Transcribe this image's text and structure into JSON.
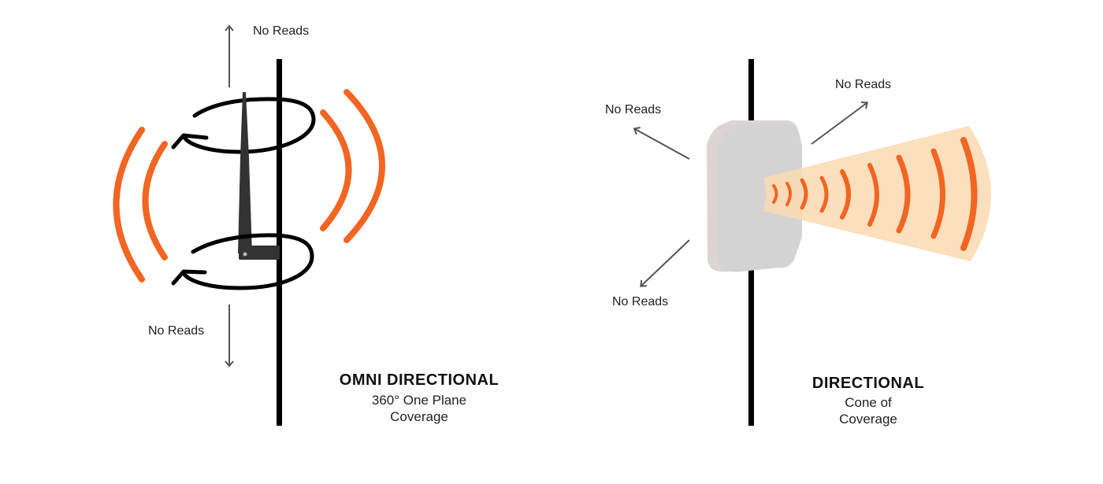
{
  "colors": {
    "signal_orange": "#F26522",
    "cone_fill": "#FBD9B0",
    "pole": "#000000",
    "antenna": "#333333",
    "arrow": "#555555",
    "panel_face": "#D4D3D4",
    "panel_edge": "#DCD4D2"
  },
  "omni": {
    "title": "OMNI DIRECTIONAL",
    "subtitle_line1": "360° One Plane",
    "subtitle_line2": "Coverage",
    "label_up": "No Reads",
    "label_down": "No Reads"
  },
  "directional": {
    "title": "DIRECTIONAL",
    "subtitle_line1": "Cone of",
    "subtitle_line2": "Coverage",
    "label_upper_left": "No Reads",
    "label_upper_right": "No Reads",
    "label_lower_left": "No Reads"
  }
}
